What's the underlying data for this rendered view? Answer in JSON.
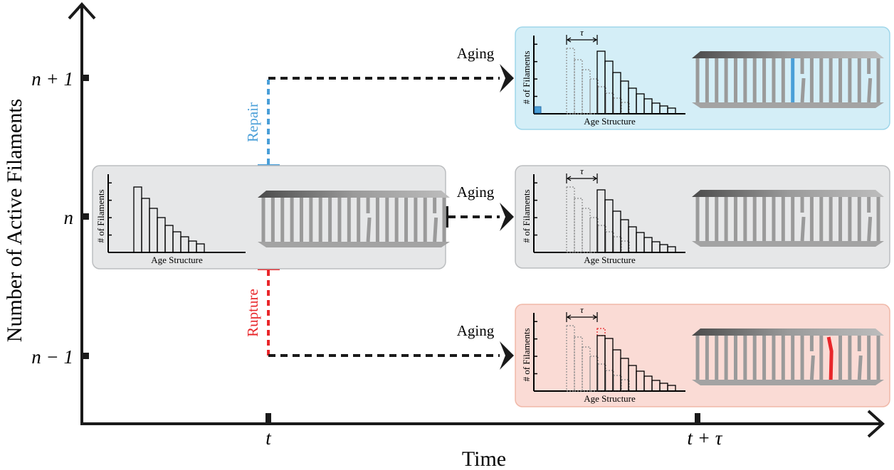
{
  "axes": {
    "y_label": "Number of Active Filaments",
    "x_label": "Time",
    "y_ticks": [
      "n + 1",
      "n",
      "n − 1"
    ],
    "x_ticks": [
      "t",
      "t + τ"
    ]
  },
  "transitions": {
    "repair": "Repair",
    "rupture": "Rupture",
    "aging": "Aging"
  },
  "panels": [
    {
      "id": "initial",
      "state": "n",
      "hist_ylabel": "# of Filaments",
      "hist_xlabel": "Age Structure",
      "show_tau": false
    },
    {
      "id": "repair-outcome",
      "state": "n + 1",
      "hist_ylabel": "# of Filaments",
      "hist_xlabel": "Age Structure",
      "show_tau": true,
      "tau_label": "τ"
    },
    {
      "id": "aging-outcome",
      "state": "n",
      "hist_ylabel": "# of Filaments",
      "hist_xlabel": "Age Structure",
      "show_tau": true,
      "tau_label": "τ"
    },
    {
      "id": "rupture-outcome",
      "state": "n − 1",
      "hist_ylabel": "# of Filaments",
      "hist_xlabel": "Age Structure",
      "show_tau": true,
      "tau_label": "τ"
    }
  ],
  "colors": {
    "repair": "#4a9fd8",
    "rupture": "#e8262a",
    "panel_neutral": "#e6e7e8",
    "panel_repair": "#d4eef7",
    "panel_rupture": "#fadbd5",
    "filament": "#9a9a9a"
  }
}
